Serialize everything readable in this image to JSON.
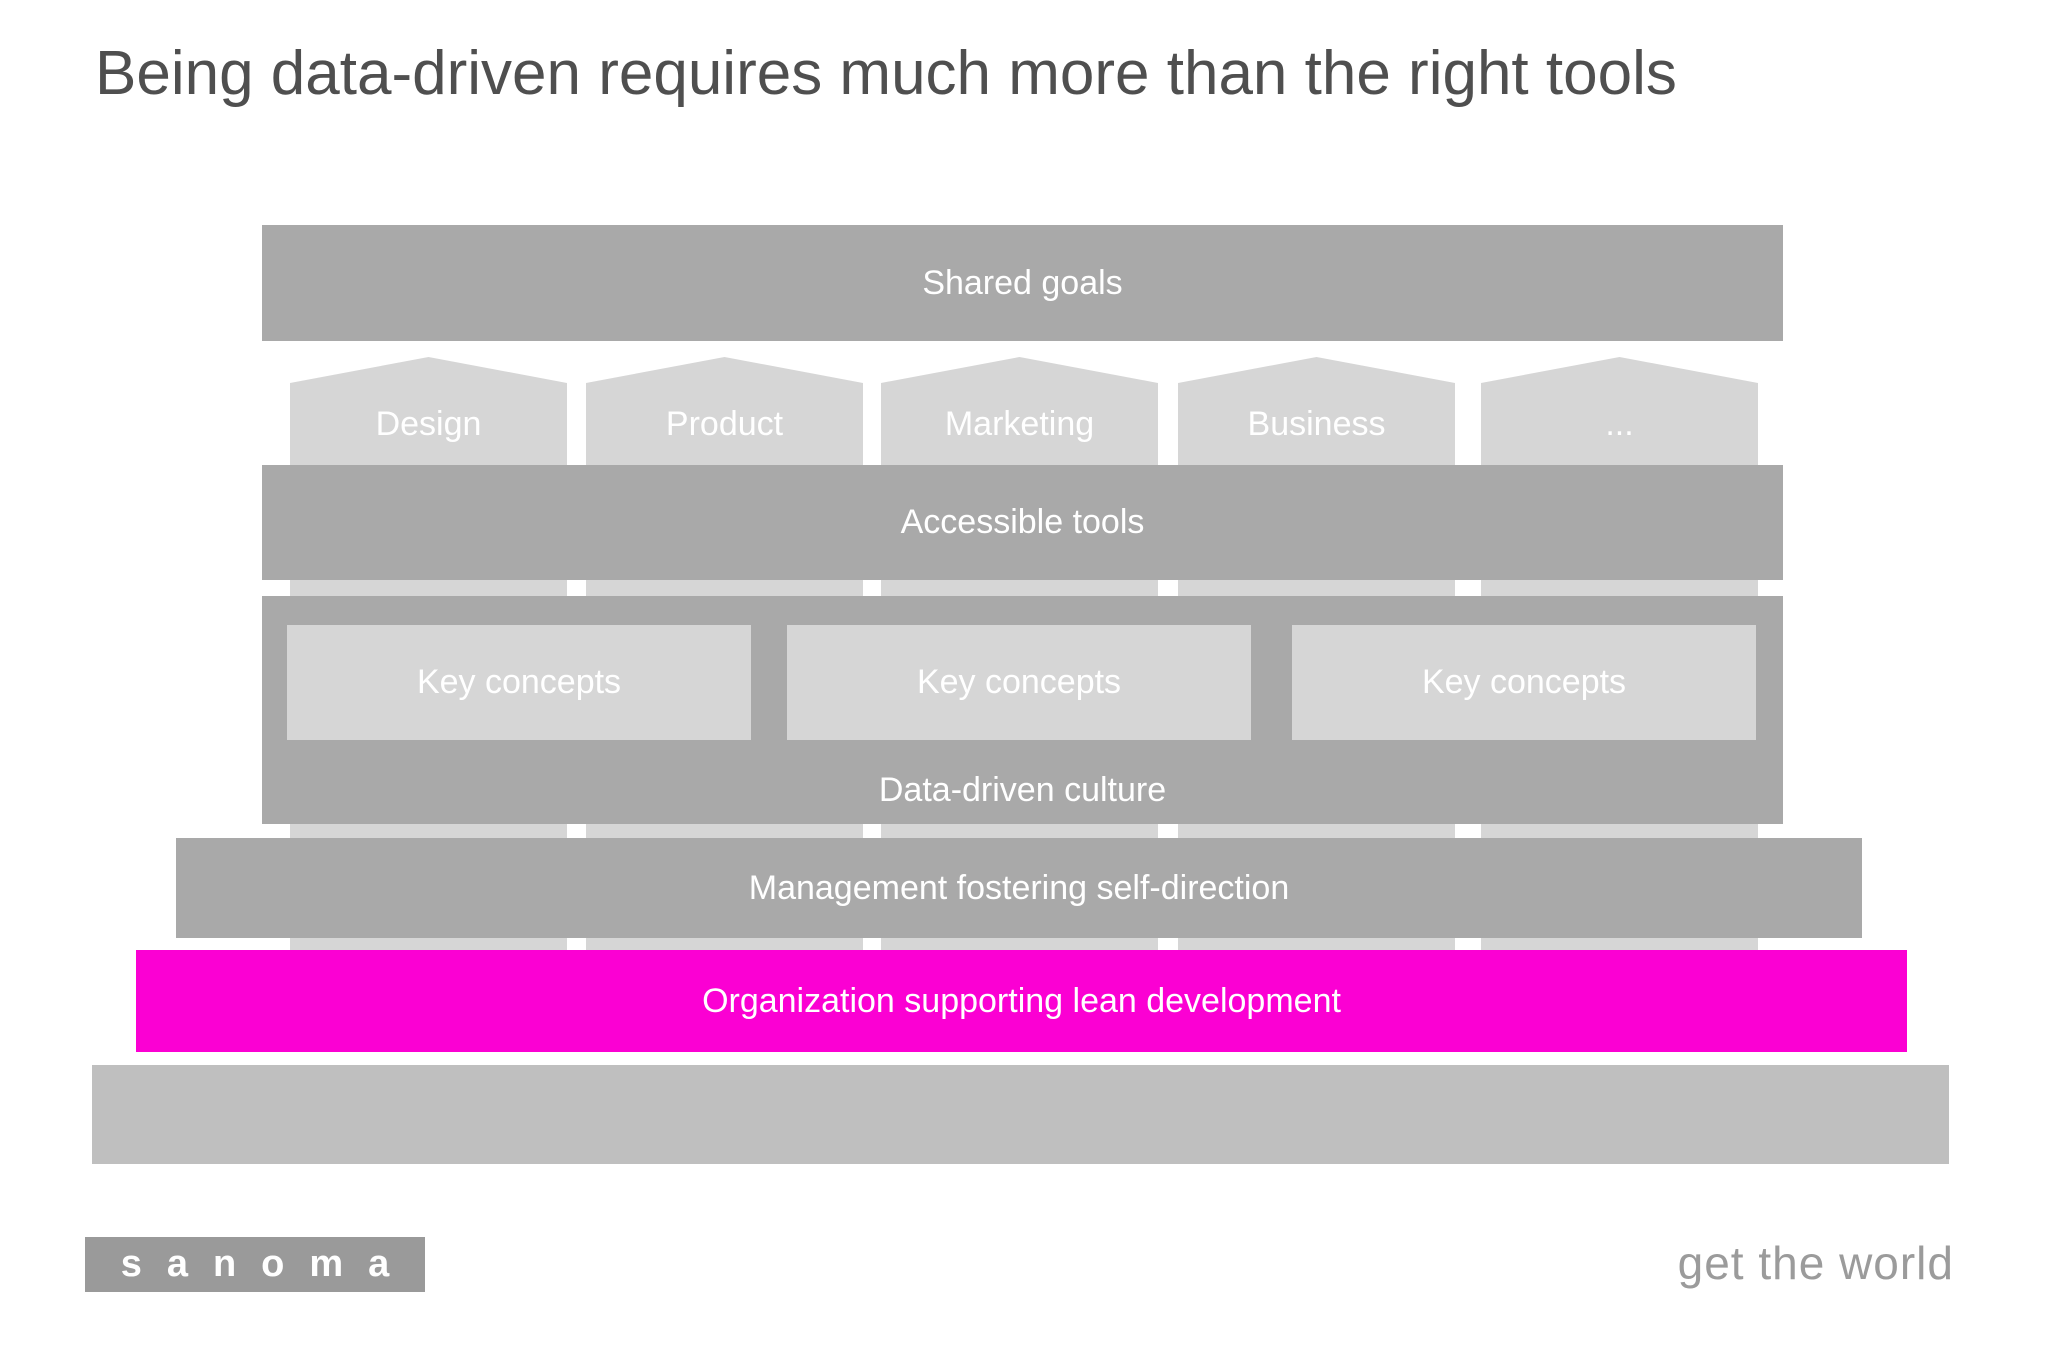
{
  "slide": {
    "title": "Being data-driven requires much more than the right tools",
    "teams": [
      "Design",
      "Product",
      "Marketing",
      "Business",
      "..."
    ],
    "key_concepts": [
      "Key concepts",
      "Key concepts",
      "Key concepts"
    ],
    "bars": {
      "shared_goals": "Shared goals",
      "accessible_tools": "Accessible tools",
      "data_driven_culture": "Data-driven culture",
      "management": "Management fostering self-direction",
      "organization": "Organization supporting lean development"
    },
    "footer": {
      "logo": "sanoma",
      "tagline": "get the world"
    }
  },
  "colors": {
    "bar_gray": "#a9a9a9",
    "light_gray": "#d6d6d6",
    "accent_magenta": "#fb00d3",
    "base_gray": "#bfbfbf",
    "logo_gray": "#9a9a9a",
    "title_gray": "#4f4f4f",
    "tagline_gray": "#9b9b9b"
  }
}
